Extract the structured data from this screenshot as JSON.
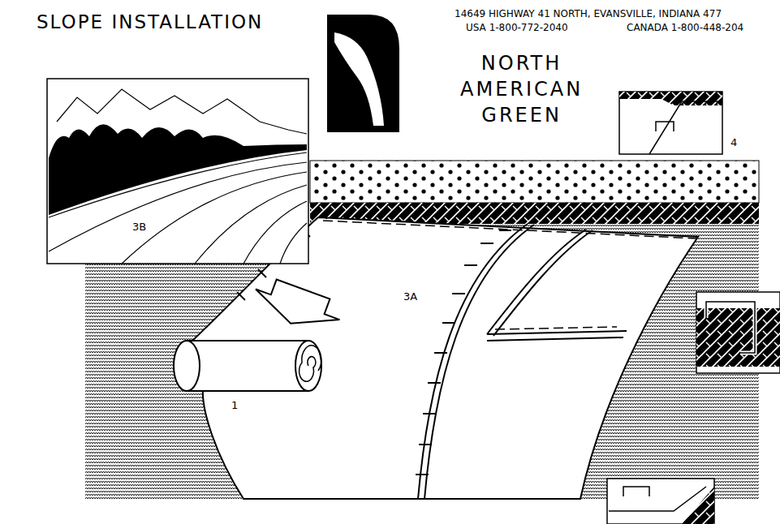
{
  "diagram": {
    "title": "SLOPE INSTALLATION",
    "labels": [
      "14649 HIGHWAY 41 NORTH, EVANSVILLE, INDIANA 477",
      "USA 1-800-772-2040",
      "CANADA 1-800-448-204",
      "NORTH AMERICAN GREEN",
      "4",
      "3B",
      "3A",
      "1"
    ]
  }
}
